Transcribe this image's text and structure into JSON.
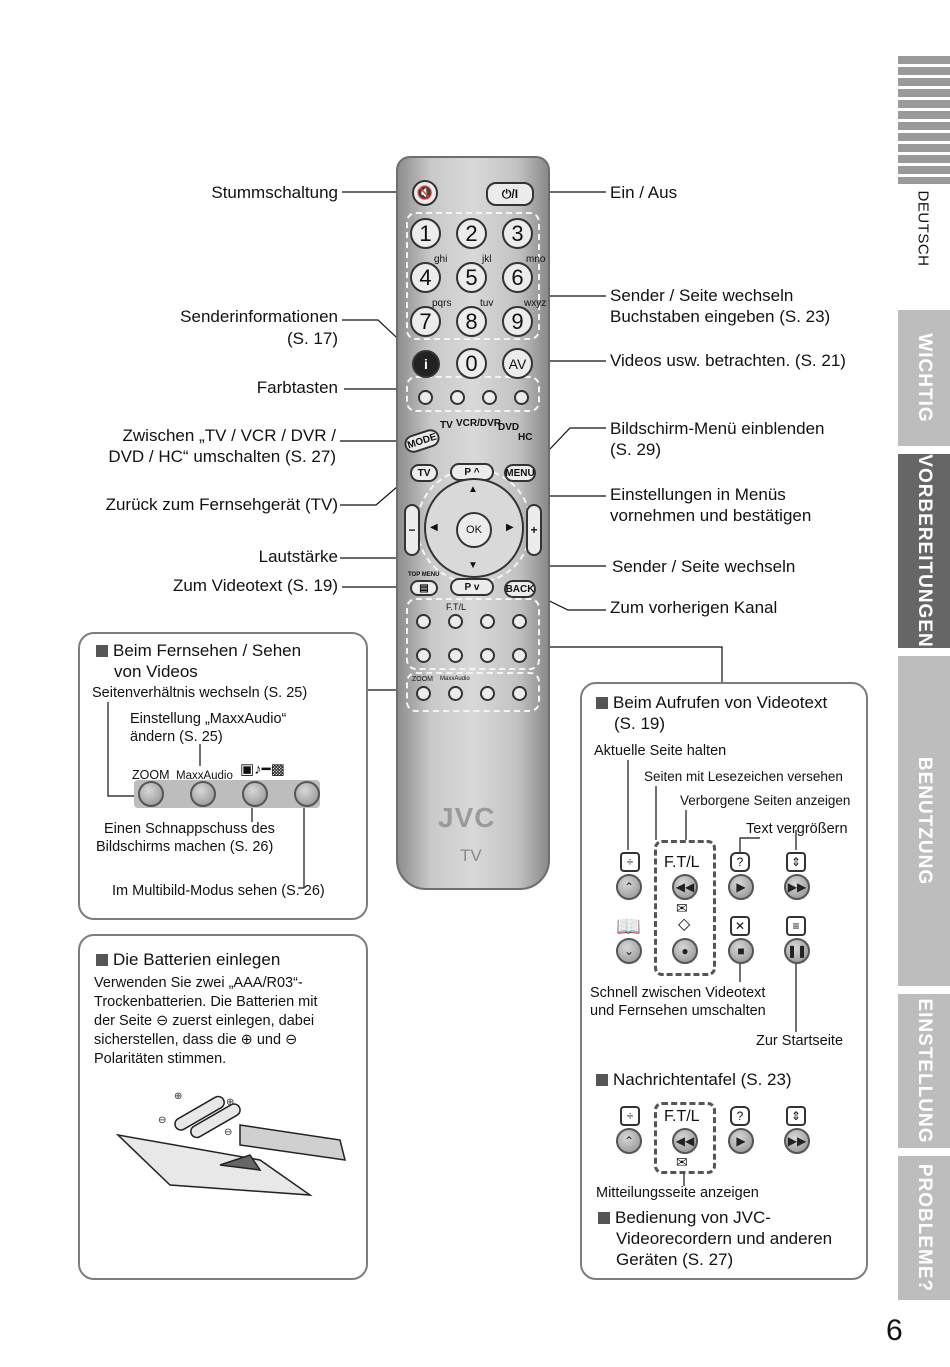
{
  "sidebar": {
    "lang": "DEUTSCH",
    "tabs": [
      "WICHTIG",
      "VORBEREITUNGEN",
      "BENUTZUNG",
      "EINSTELLUNG",
      "PROBLEME?"
    ],
    "page": "6"
  },
  "left_labels": {
    "mute": "Stummschaltung",
    "info1": "Senderinformationen",
    "info2": "(S. 17)",
    "color": "Farbtasten",
    "mode1": "Zwischen „TV / VCR / DVR /",
    "mode2": "DVD / HC“ umschalten (S. 27)",
    "tv": "Zurück zum Fernsehgerät (TV)",
    "vol": "Lautstärke",
    "text": "Zum Videotext (S. 19)"
  },
  "right_labels": {
    "power": "Ein / Aus",
    "num1": "Sender / Seite wechseln",
    "num2": "Buchstaben eingeben (S. 23)",
    "av": "Videos usw. betrachten. (S. 21)",
    "menu1": "Bildschirm-Menü einblenden",
    "menu2": "(S. 29)",
    "ok1": "Einstellungen in Menüs",
    "ok2": "vornehmen und bestätigen",
    "pch": "Sender / Seite wechseln",
    "back": "Zum vorherigen Kanal"
  },
  "remote": {
    "power": "⏻/I",
    "numbers": [
      "1",
      "2",
      "3",
      "4",
      "5",
      "6",
      "7",
      "8",
      "9",
      "0"
    ],
    "letters": [
      "ghi",
      "jkl",
      "mno",
      "pqrs",
      "tuv",
      "wxyz"
    ],
    "av": "AV",
    "mode_label": "MODE",
    "modes": [
      "TV",
      "VCR/DVR",
      "DVD",
      "HC"
    ],
    "tv": "TV",
    "p_up": "P",
    "menu": "MENU",
    "ok": "OK",
    "top_menu": "TOP MENU",
    "p_down": "P",
    "back": "BACK",
    "ftl": "F.T/L",
    "zoom": "ZOOM",
    "maxx": "MaxxAudio",
    "brand": "JVC",
    "model": "TV"
  },
  "box1": {
    "title1": "Beim Fernsehen / Sehen",
    "title2": "von Videos",
    "aspect": "Seitenverhältnis wechseln (S. 25)",
    "maxx1": "Einstellung „MaxxAudio“",
    "maxx2": "ändern (S. 25)",
    "zoom": "ZOOM",
    "maxx": "MaxxAudio",
    "snap1": "Einen Schnappschuss des",
    "snap2": "Bildschirms machen (S. 26)",
    "multi": "Im Multibild-Modus sehen (S. 26)"
  },
  "box2": {
    "title": "Die Batterien einlegen",
    "body": [
      "Verwenden Sie zwei „AAA/R03“-",
      "Trockenbatterien. Die Batterien mit",
      "der Seite ⊖ zuerst einlegen, dabei",
      "sicherstellen, dass die ⊕ und ⊖",
      "Polaritäten stimmen."
    ]
  },
  "box3": {
    "title1": "Beim Aufrufen von Videotext",
    "title2": "(S. 19)",
    "hold": "Aktuelle Seite halten",
    "bookmark": "Seiten mit Lesezeichen versehen",
    "hidden": "Verborgene Seiten anzeigen",
    "enlarge": "Text vergrößern",
    "ftl": "F.T/L",
    "switch1": "Schnell zwischen Videotext",
    "switch2": "und Fernsehen umschalten",
    "start": "Zur Startseite",
    "msg_title": "Nachrichtentafel (S. 23)",
    "msg_show": "Mitteilungsseite anzeigen",
    "jvc1": "Bedienung von JVC-",
    "jvc2": "Videorecordern und anderen",
    "jvc3": "Geräten (S. 27)"
  }
}
